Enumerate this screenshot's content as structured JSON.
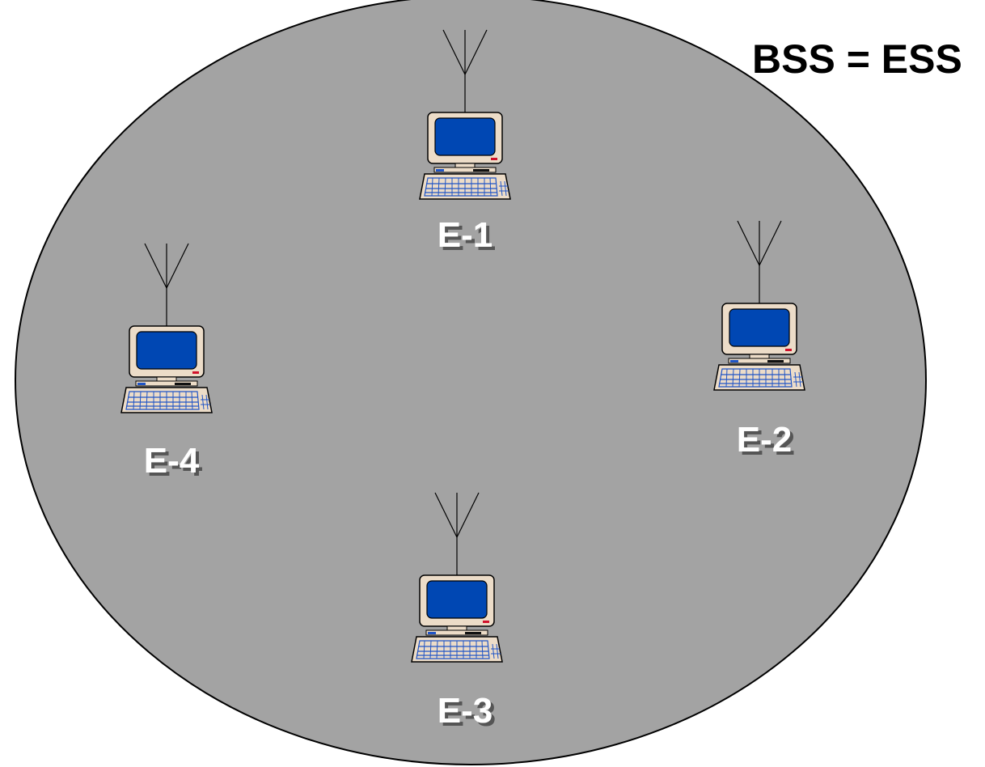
{
  "title": "BSS = ESS",
  "colors": {
    "coverage_fill": "#a3a3a3",
    "coverage_stroke": "#000000",
    "screen_blue": "#0047b3",
    "monitor_body": "#ecdcc8",
    "keyboard_key": "#1f54c6",
    "label_text": "#ffffff",
    "label_shadow": "#555555",
    "power_led": "#d1102a"
  },
  "stations": [
    {
      "label": "E-1",
      "icon": "wireless-workstation-icon"
    },
    {
      "label": "E-2",
      "icon": "wireless-workstation-icon"
    },
    {
      "label": "E-3",
      "icon": "wireless-workstation-icon"
    },
    {
      "label": "E-4",
      "icon": "wireless-workstation-icon"
    }
  ]
}
